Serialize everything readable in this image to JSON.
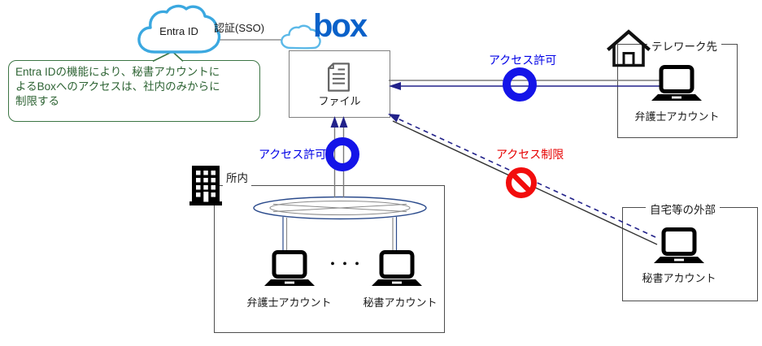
{
  "colors": {
    "entra_cloud_blue": "#3BA8E0",
    "box_cloud_blue": "#5CB9E8",
    "box_brand_blue": "#0A61C9",
    "permit_ring_blue": "#1414E8",
    "permit_text_blue": "#0000E6",
    "restrict_red": "#F20D0D",
    "arrow_navy": "#22228A",
    "callout_green": "#2E6434",
    "line_gray": "#7A7A7A"
  },
  "entra": {
    "label": "Entra ID"
  },
  "auth": {
    "label": "認証(SSO)"
  },
  "box_service": {
    "logo_text": "box",
    "file_label": "ファイル"
  },
  "callout": {
    "line1": "Entra IDの機能により、秘書アカウントに",
    "line2": "よるBoxへのアクセスは、社内のみからに",
    "line3": "制限する"
  },
  "annotations": {
    "allow_top": "アクセス許可",
    "allow_bottom": "アクセス許可",
    "restrict": "アクセス制限"
  },
  "telework": {
    "title": "テレワーク先",
    "account": "弁護士アカウント"
  },
  "office": {
    "title": "所内",
    "lawyer_account": "弁護士アカウント",
    "secretary_account": "秘書アカウント",
    "ellipsis": "・・・"
  },
  "home": {
    "title": "自宅等の外部",
    "account": "秘書アカウント"
  }
}
